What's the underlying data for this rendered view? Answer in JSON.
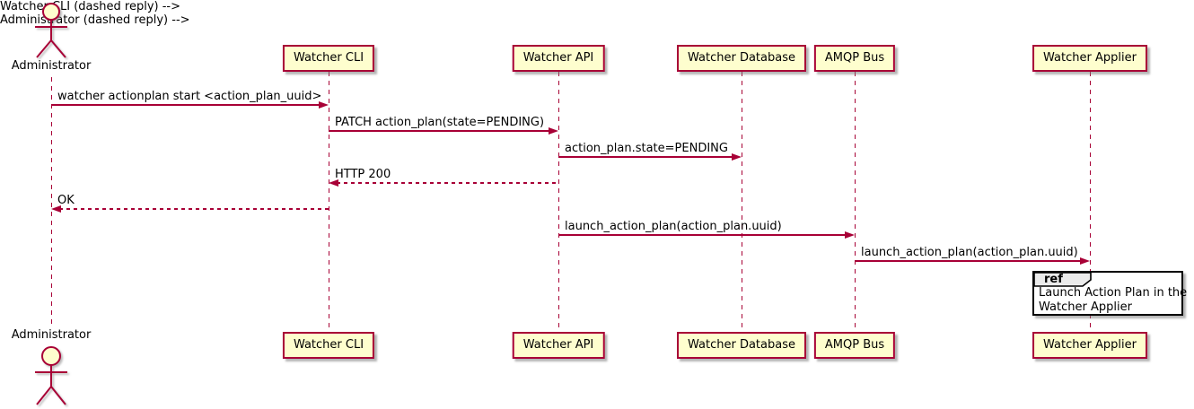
{
  "colors": {
    "background": "#FFFFFF",
    "participant_fill": "#FEFECE",
    "participant_border": "#A80036",
    "line_color": "#A80036",
    "text_color": "#000000",
    "ref_header_fill": "#EBEBEB",
    "ref_border": "#000000"
  },
  "actor": {
    "name": "Administrator"
  },
  "participants": [
    {
      "name": "Watcher CLI"
    },
    {
      "name": "Watcher API"
    },
    {
      "name": "Watcher Database"
    },
    {
      "name": "AMQP Bus"
    },
    {
      "name": "Watcher Applier"
    }
  ],
  "messages": [
    {
      "label": "watcher actionplan start <action_plan_uuid>",
      "from": "Administrator",
      "to": "Watcher CLI",
      "style": "solid"
    },
    {
      "label": "PATCH action_plan(state=PENDING)",
      "from": "Watcher CLI",
      "to": "Watcher API",
      "style": "solid"
    },
    {
      "label": "action_plan.state=PENDING",
      "from": "Watcher API",
      "to": "Watcher Database",
      "style": "solid"
    },
    {
      "label": "HTTP 200",
      "from": "Watcher API",
      "to": "Watcher CLI",
      "style": "dashed"
    },
    {
      "label": "OK",
      "from": "Watcher CLI",
      "to": "Administrator",
      "style": "dashed"
    },
    {
      "label": "launch_action_plan(action_plan.uuid)",
      "from": "Watcher API",
      "to": "AMQP Bus",
      "style": "solid"
    },
    {
      "label": "launch_action_plan(action_plan.uuid)",
      "from": "AMQP Bus",
      "to": "Watcher Applier",
      "style": "solid"
    }
  ],
  "ref_fragment": {
    "keyword": "ref",
    "line1": "Launch Action Plan in the",
    "line2": "Watcher Applier"
  }
}
